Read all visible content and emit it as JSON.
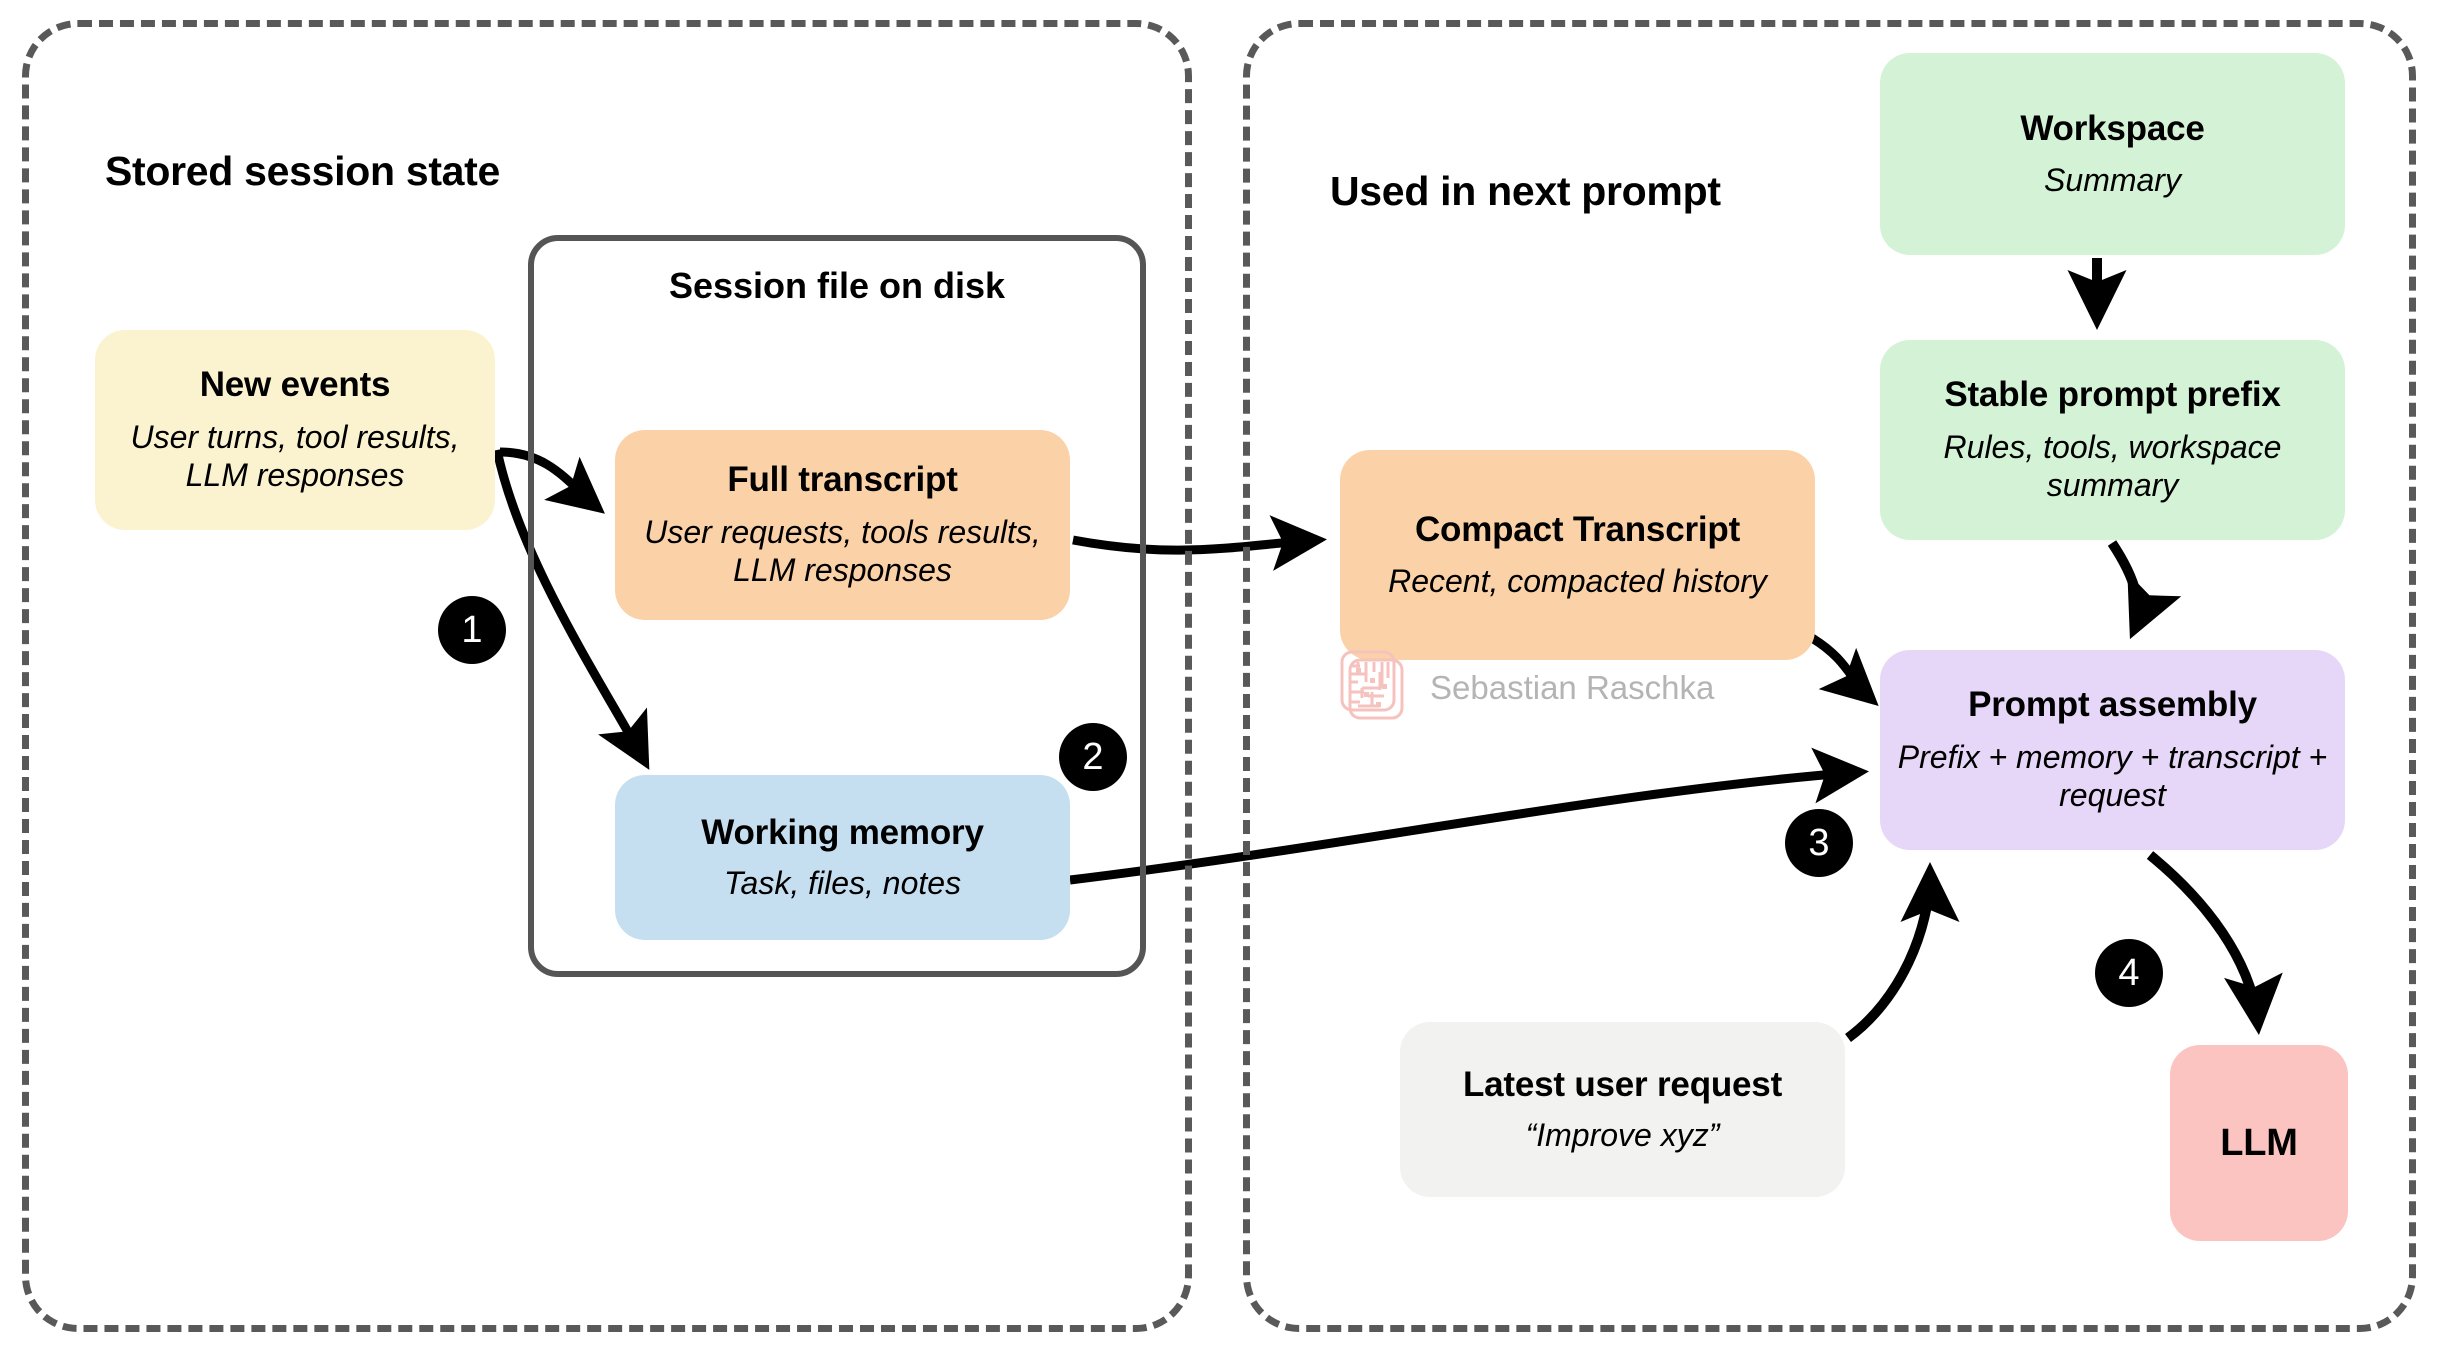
{
  "panels": {
    "left": {
      "title": "Stored session state"
    },
    "right": {
      "title": "Used in next prompt"
    }
  },
  "session_file": {
    "title": "Session file on disk"
  },
  "nodes": {
    "new_events": {
      "title": "New events",
      "subtitle": "User turns, tool results, LLM responses"
    },
    "full_transcript": {
      "title": "Full transcript",
      "subtitle": "User requests, tools results, LLM responses"
    },
    "working_memory": {
      "title": "Working memory",
      "subtitle": "Task, files, notes"
    },
    "compact": {
      "title": "Compact Transcript",
      "subtitle": "Recent, compacted history"
    },
    "workspace": {
      "title": "Workspace",
      "subtitle": "Summary"
    },
    "prefix": {
      "title": "Stable prompt prefix",
      "subtitle": "Rules, tools, workspace summary"
    },
    "prompt": {
      "title": "Prompt assembly",
      "subtitle": "Prefix + memory + transcript + request"
    },
    "latest": {
      "title": "Latest user request",
      "subtitle": "“Improve xyz”"
    },
    "llm": {
      "title": "LLM",
      "subtitle": ""
    }
  },
  "badges": {
    "one": "1",
    "two": "2",
    "three": "3",
    "four": "4"
  },
  "watermark": {
    "text": "Sebastian Raschka",
    "icon": "circuit-chip-icon"
  },
  "colors": {
    "panel_border": "#595959",
    "session_file_border": "#555555",
    "yellow": "#fbf3cf",
    "orange": "#fbd2a8",
    "blue": "#c6dff0",
    "green": "#d4f2d6",
    "purple": "#e6d6f7",
    "gray": "#f2f2f0",
    "red": "#fbc4c0",
    "badge": "#000000",
    "arrow": "#000000",
    "watermark_text": "#b4b4b4",
    "watermark_icon": "#f5c2bd"
  }
}
